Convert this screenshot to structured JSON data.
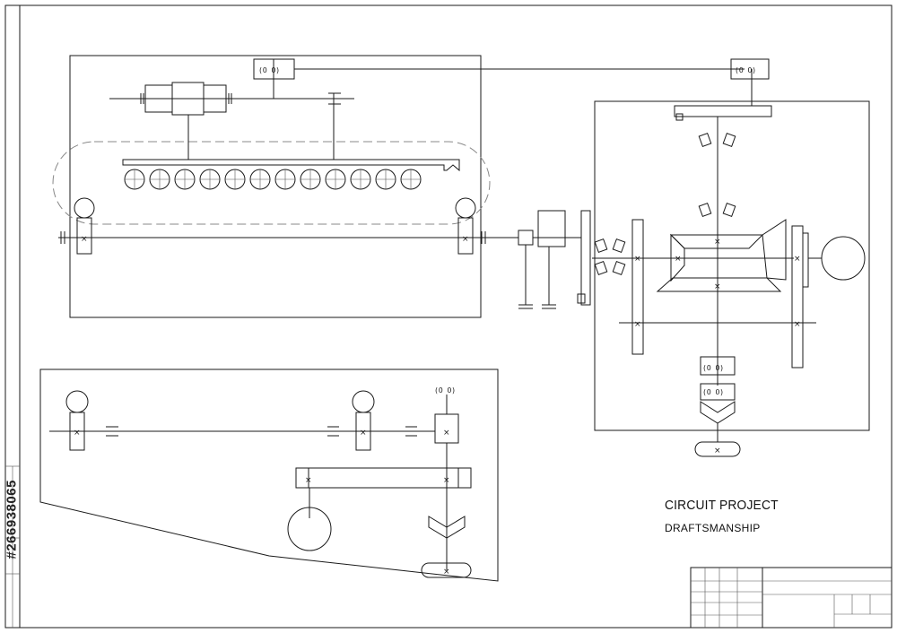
{
  "title_block": {
    "project_title": "CIRCUIT PROJECT",
    "subtitle": "DRAFTSMANSHIP"
  },
  "stock_id": "#266938065",
  "symbols": {
    "bearing": "(O O)",
    "cross": "×"
  }
}
